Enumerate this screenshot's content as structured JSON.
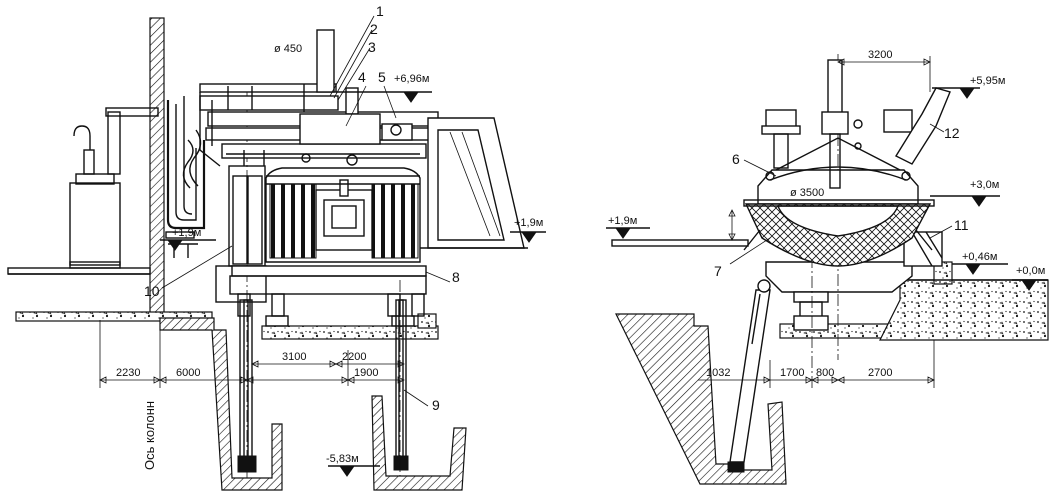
{
  "left_view": {
    "callouts": {
      "c1": "1",
      "c2": "2",
      "c3": "3",
      "c4": "4",
      "c5": "5",
      "c8": "8",
      "c9": "9",
      "c10": "10"
    },
    "diameter": "ø 450",
    "levels": {
      "top": "+6,96м",
      "platform": "+1,9м",
      "side": "+1,9м",
      "pit": "-5,83м"
    },
    "dimensions": {
      "d2230": "2230",
      "d6000": "6000",
      "d3100": "3100",
      "d2200": "2200",
      "d1900": "1900"
    },
    "axis_label": "Ось колонн"
  },
  "right_view": {
    "callouts": {
      "c6": "6",
      "c7": "7",
      "c11": "11",
      "c12": "12"
    },
    "diameter": "ø 3500",
    "levels": {
      "top": "+5,95м",
      "mid": "+3,0м",
      "left": "+1,9м",
      "low": "+0,46м",
      "zero": "+0,0м"
    },
    "dimensions": {
      "d3200": "3200",
      "d1032": "1032",
      "d1700": "1700",
      "d800": "800",
      "d2700": "2700"
    }
  }
}
